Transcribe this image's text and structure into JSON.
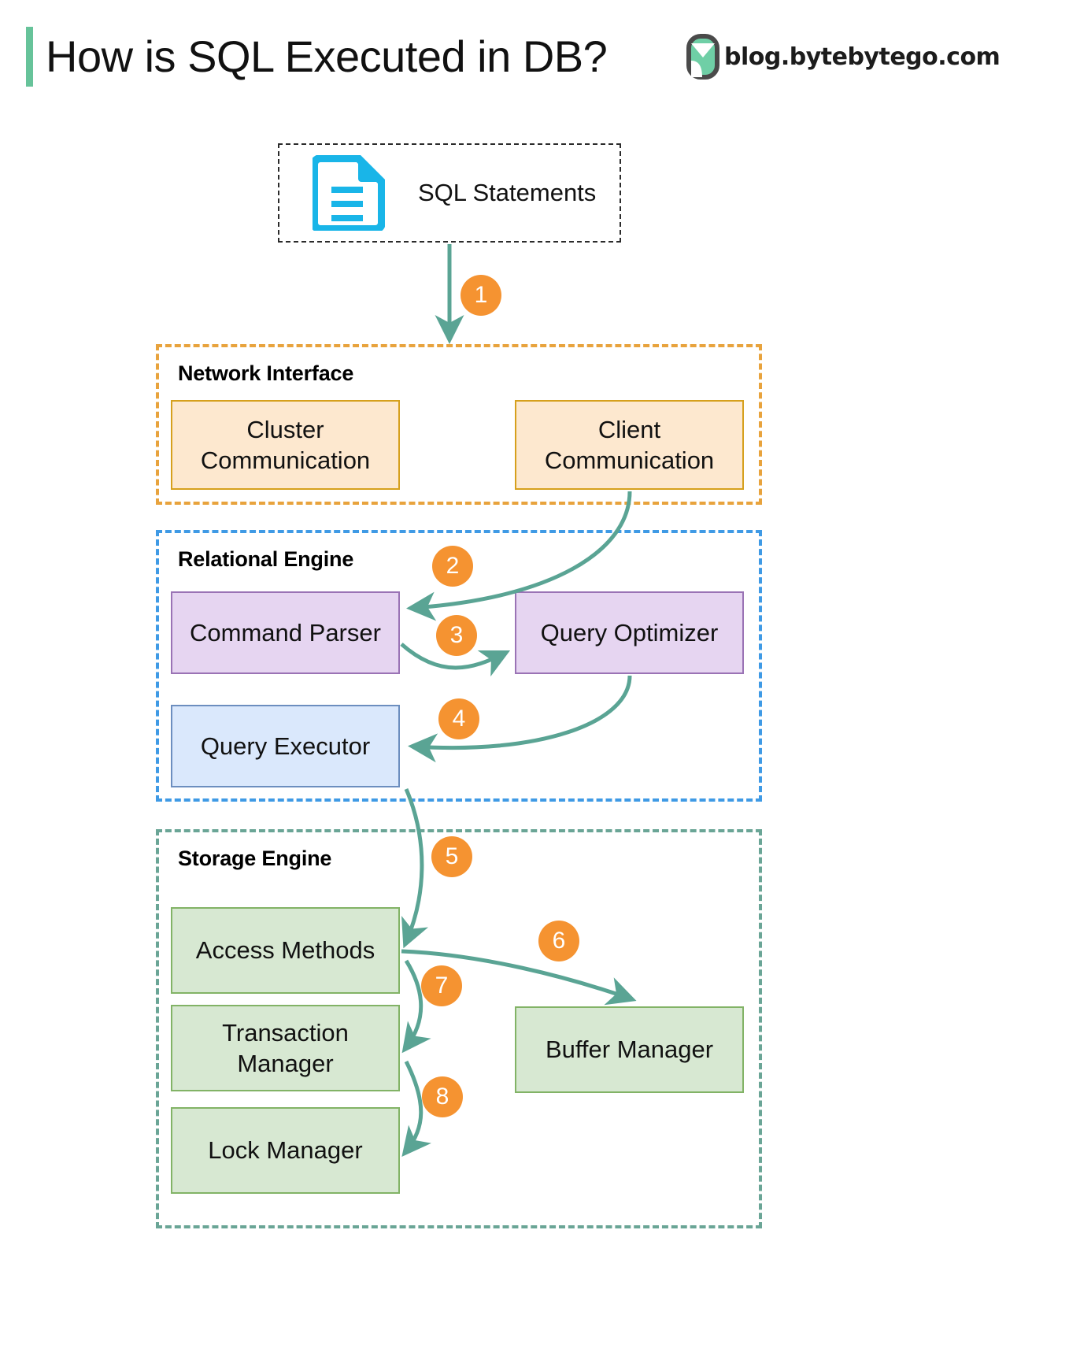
{
  "header": {
    "title": "How is SQL Executed in DB?",
    "accent_bar_color": "#67c39a",
    "brand_text": "blog.bytebytego.com",
    "brand_logo_icon": "bytebytego-logo-icon",
    "brand_logo_color": "#6fcfa6"
  },
  "source": {
    "label": "SQL Statements",
    "icon": "document-icon",
    "icon_color": "#19b5e8",
    "border_style": "dashed"
  },
  "groups": [
    {
      "id": "network",
      "title": "Network Interface",
      "border_color": "#e8a33d"
    },
    {
      "id": "relational",
      "title": "Relational Engine",
      "border_color": "#3f9ae5"
    },
    {
      "id": "storage",
      "title": "Storage Engine",
      "border_color": "#6aa596"
    }
  ],
  "nodes": {
    "cluster_communication": "Cluster\nCommunication",
    "client_communication": "Client\nCommunication",
    "command_parser": "Command Parser",
    "query_optimizer": "Query Optimizer",
    "query_executor": "Query Executor",
    "access_methods": "Access Methods",
    "transaction_manager": "Transaction\nManager",
    "buffer_manager": "Buffer Manager",
    "lock_manager": "Lock Manager"
  },
  "steps": [
    {
      "n": "1",
      "from": "sql-statements",
      "to": "network-interface"
    },
    {
      "n": "2",
      "from": "client-communication",
      "to": "command-parser"
    },
    {
      "n": "3",
      "from": "command-parser",
      "to": "query-optimizer"
    },
    {
      "n": "4",
      "from": "query-optimizer",
      "to": "query-executor"
    },
    {
      "n": "5",
      "from": "query-executor",
      "to": "access-methods"
    },
    {
      "n": "6",
      "from": "access-methods",
      "to": "buffer-manager"
    },
    {
      "n": "7",
      "from": "access-methods",
      "to": "transaction-manager"
    },
    {
      "n": "8",
      "from": "transaction-manager",
      "to": "lock-manager"
    }
  ],
  "colors": {
    "badge": "#f59331",
    "arrow": "#5aa494",
    "orange_fill": "#fde8cf",
    "orange_stroke": "#d6a01d",
    "purple_fill": "#e6d5f1",
    "purple_stroke": "#9a73b5",
    "blue_fill": "#dae8fc",
    "blue_stroke": "#6c8ebf",
    "green_fill": "#d7e8d2",
    "green_stroke": "#82b366"
  }
}
